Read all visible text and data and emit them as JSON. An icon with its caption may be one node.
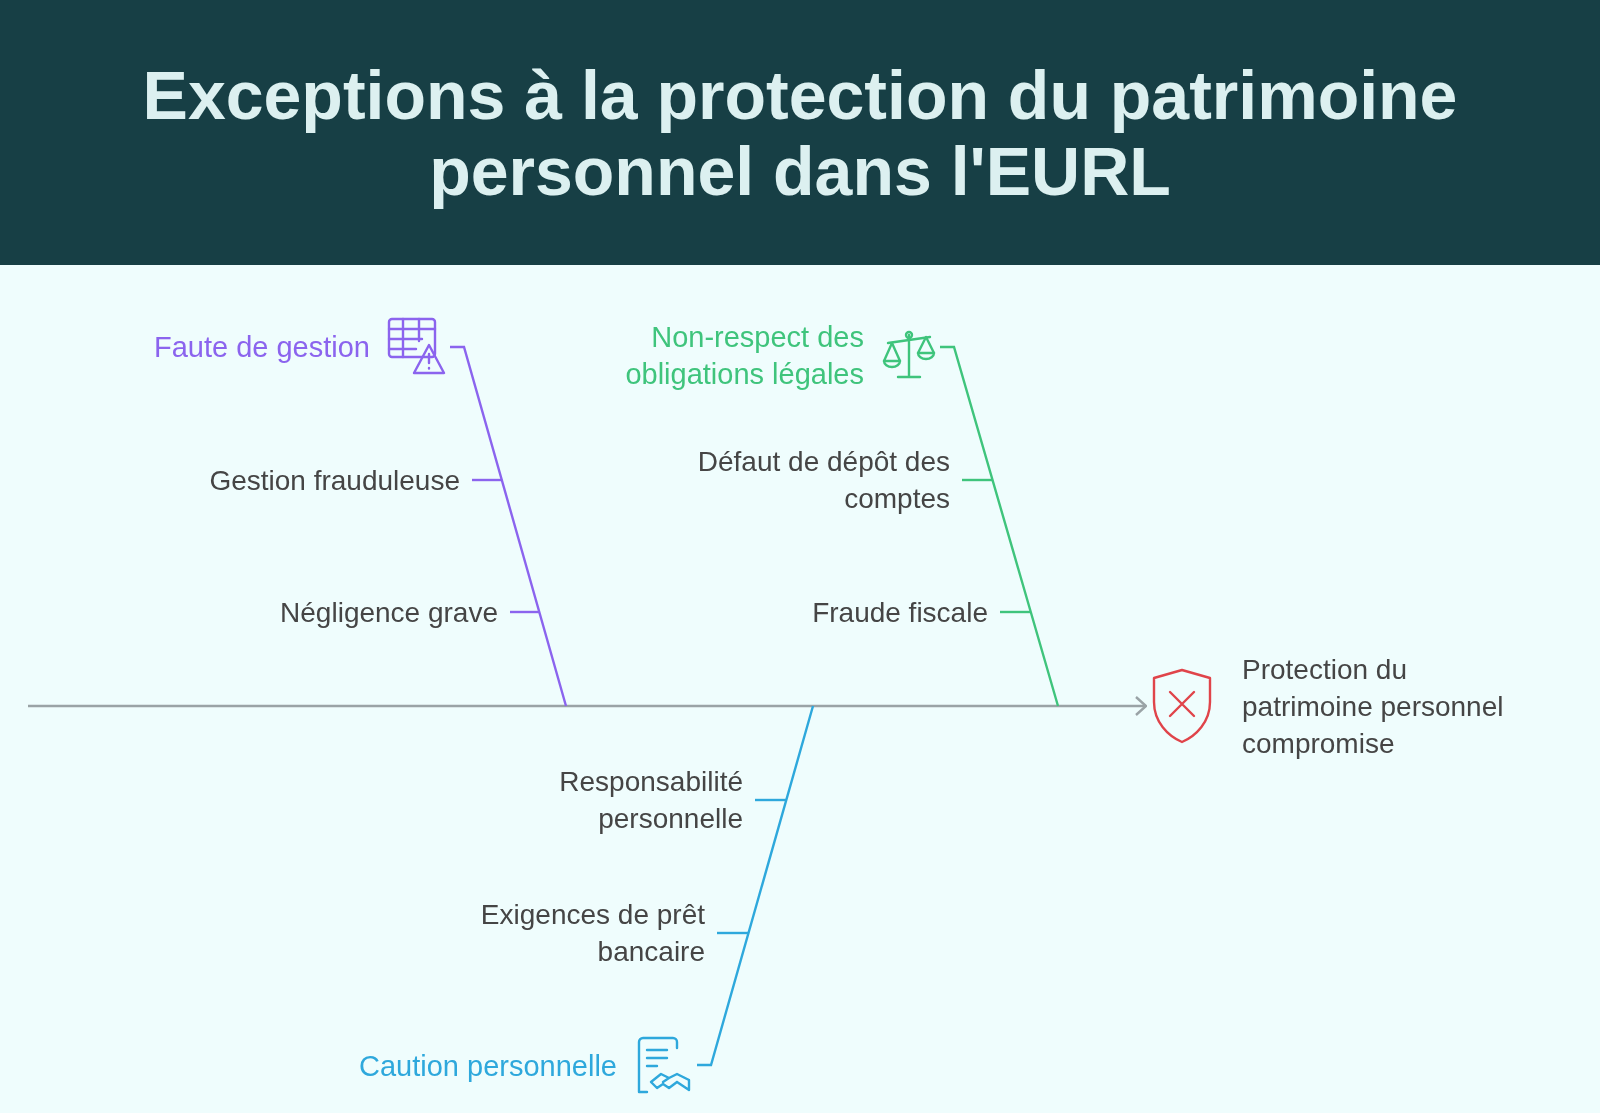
{
  "diagram": {
    "title": "Exceptions à la protection du patrimoine personnel dans l'EURL",
    "nodes": [
      {
        "text": [
          "Faute de gestion"
        ]
      },
      {
        "text": [
          "Gestion frauduleuse"
        ]
      },
      {
        "text": [
          "Négligence grave"
        ]
      },
      {
        "text": [
          "Non-respect des obligations légales"
        ]
      },
      {
        "text": [
          "Défaut de dépôt des comptes"
        ]
      },
      {
        "text": [
          "Fraude fiscale"
        ]
      },
      {
        "text": [
          "Responsabilité personnelle"
        ]
      },
      {
        "text": [
          "Exigences de prêt bancaire"
        ]
      },
      {
        "text": [
          "Caution personnelle"
        ]
      },
      {
        "text": [
          "Protection du patrimoine personnel compromise"
        ]
      }
    ],
    "edges": [
      {
        "from": null,
        "to": 9,
        "arrow": "to",
        "color": "#9aa3a6"
      },
      {
        "from": 0,
        "to": null,
        "arrow": "none",
        "color": "#8b64ee"
      },
      {
        "from": 3,
        "to": null,
        "arrow": "none",
        "color": "#3fc47c"
      },
      {
        "from": 8,
        "to": null,
        "arrow": "none",
        "color": "#2ea8dc"
      },
      {
        "from": 1,
        "to": null,
        "arrow": "none",
        "color": "#8b64ee"
      },
      {
        "from": 2,
        "to": null,
        "arrow": "none",
        "color": "#8b64ee"
      },
      {
        "from": 4,
        "to": null,
        "arrow": "none",
        "color": "#3fc47c"
      },
      {
        "from": 5,
        "to": null,
        "arrow": "none",
        "color": "#3fc47c"
      },
      {
        "from": 6,
        "to": null,
        "arrow": "none",
        "color": "#2ea8dc"
      },
      {
        "from": 7,
        "to": null,
        "arrow": "none",
        "color": "#2ea8dc"
      }
    ]
  }
}
